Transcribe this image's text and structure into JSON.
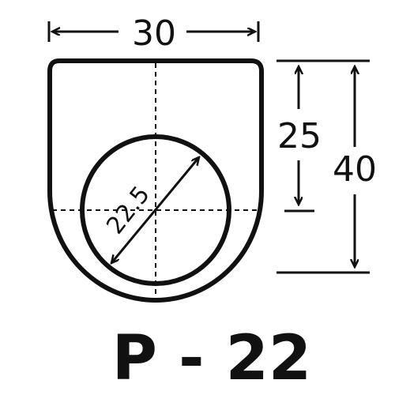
{
  "part": {
    "label": "P - 22"
  },
  "dimensions": {
    "width": "30",
    "hole_center_height": "25",
    "total_height": "40",
    "hole_diameter": "22.5"
  },
  "colors": {
    "stroke": "#111111",
    "background": "#ffffff"
  }
}
